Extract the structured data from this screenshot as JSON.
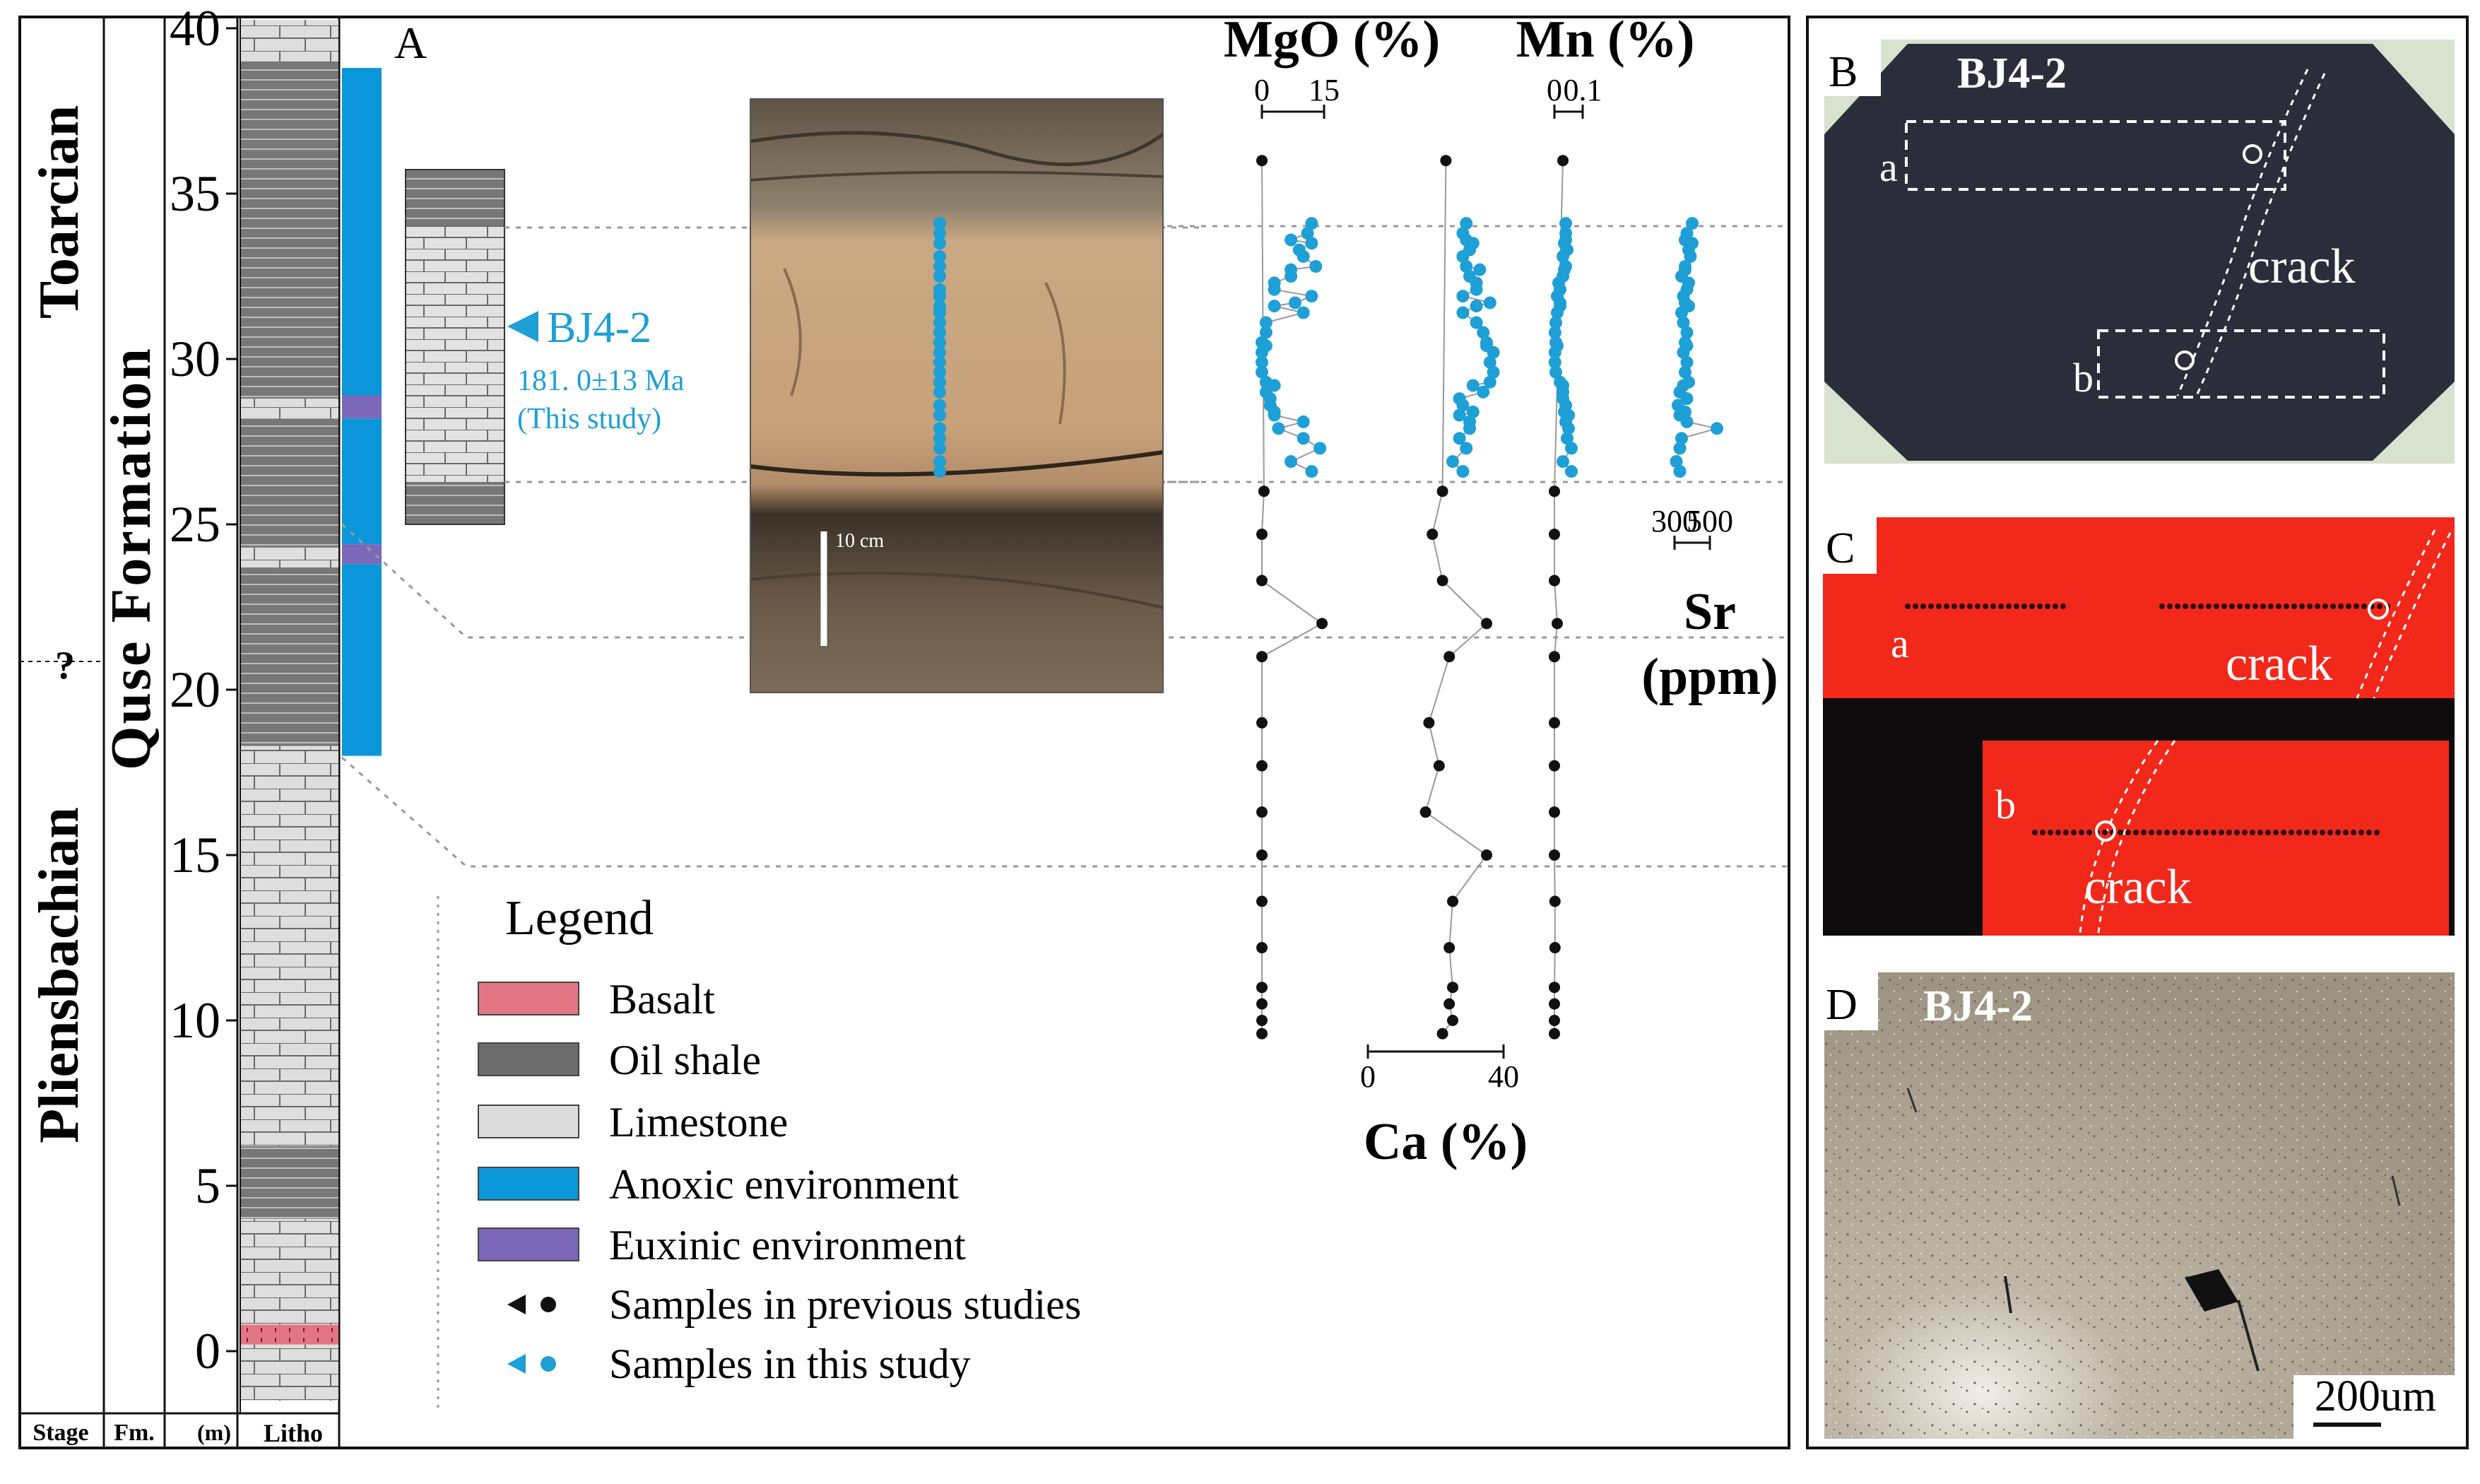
{
  "columns": {
    "headers": [
      "Stage",
      "Fm.",
      "(m)",
      "Litho"
    ],
    "stages": [
      "Toarcian",
      "Pliensbachian"
    ],
    "boundary_mark": "?",
    "formation": "Quse Formation",
    "depth_ticks": [
      "0",
      "5",
      "10",
      "15",
      "20",
      "25",
      "30",
      "35",
      "40"
    ]
  },
  "colors": {
    "basalt": "#e37685",
    "oil_shale": "#6d6d6d",
    "limestone": "#dcdcdc",
    "anoxic": "#0a96d8",
    "euxinic": "#7b68b8",
    "this_study": "#1e9fd6",
    "previous": "#111111"
  },
  "lithology": [
    {
      "type": "limestone",
      "from": -1.5,
      "to": 0.2
    },
    {
      "type": "basalt",
      "from": 0.2,
      "to": 0.8
    },
    {
      "type": "limestone",
      "from": 0.8,
      "to": 4.0
    },
    {
      "type": "oil_shale",
      "from": 4.0,
      "to": 6.2
    },
    {
      "type": "limestone",
      "from": 6.2,
      "to": 18.3
    },
    {
      "type": "oil_shale",
      "from": 18.3,
      "to": 23.7
    },
    {
      "type": "limestone",
      "from": 23.7,
      "to": 24.3
    },
    {
      "type": "oil_shale",
      "from": 24.3,
      "to": 28.2
    },
    {
      "type": "limestone",
      "from": 28.2,
      "to": 28.8
    },
    {
      "type": "oil_shale",
      "from": 28.8,
      "to": 39.0
    },
    {
      "type": "limestone",
      "from": 39.0,
      "to": 40.7
    }
  ],
  "environment": [
    {
      "type": "anoxic",
      "from": 18.0,
      "to": 23.8
    },
    {
      "type": "euxinic",
      "from": 23.8,
      "to": 24.4
    },
    {
      "type": "anoxic",
      "from": 24.4,
      "to": 28.2
    },
    {
      "type": "euxinic",
      "from": 28.2,
      "to": 28.9
    },
    {
      "type": "anoxic",
      "from": 28.9,
      "to": 38.8
    }
  ],
  "panel_a": {
    "label": "A",
    "sample_name": "BJ4-2",
    "age": "181. 0±13 Ma",
    "age_note": "(This study)",
    "scale_label": "10 cm"
  },
  "chart_data": [
    {
      "type": "scatter",
      "title": "MgO (%)",
      "scale_ticks": [
        "0",
        "15"
      ],
      "xlim": [
        0,
        15
      ],
      "ylabel": "(m)",
      "series": [
        {
          "name": "Samples in previous studies",
          "x": [
            0,
            0,
            0,
            0,
            0,
            0,
            0,
            0,
            0,
            0,
            0,
            14.5,
            0,
            0,
            0.5,
            0
          ],
          "y": [
            9.6,
            10.0,
            10.5,
            11.0,
            12.2,
            13.6,
            15.0,
            16.3,
            17.7,
            19.0,
            21.0,
            22.0,
            23.3,
            24.7,
            26.0,
            36.0
          ]
        },
        {
          "name": "Samples in this study",
          "x": [
            12,
            7,
            14,
            10,
            4,
            3,
            2,
            1,
            1,
            0,
            0,
            0,
            0,
            1,
            1,
            10,
            3,
            12,
            3,
            7,
            13,
            10,
            12,
            11,
            12,
            10,
            3,
            2,
            3,
            1,
            8,
            3,
            7,
            9,
            7
          ],
          "y": [
            26.6,
            26.9,
            27.3,
            27.6,
            27.9,
            28.3,
            28.6,
            29.0,
            29.3,
            29.6,
            29.9,
            30.2,
            30.5,
            30.8,
            31.1,
            31.4,
            31.6,
            31.9,
            32.1,
            32.5,
            32.8,
            33.1,
            33.5,
            33.8,
            34.1,
            28.1,
            28.4,
            28.8,
            29.2,
            30.4,
            31.7,
            32.3,
            32.7,
            33.3,
            33.6
          ]
        }
      ]
    },
    {
      "type": "scatter",
      "title": "Ca (%)",
      "scale_ticks": [
        "0",
        "40"
      ],
      "xlim": [
        0,
        40
      ],
      "series": [
        {
          "name": "Samples in previous studies",
          "x": [
            22,
            25,
            24,
            25,
            24,
            25,
            35,
            17,
            21,
            18,
            24,
            35,
            22,
            19,
            22,
            23
          ],
          "y": [
            9.6,
            10.0,
            10.5,
            11.0,
            12.2,
            13.6,
            15.0,
            16.3,
            17.7,
            19.0,
            21.0,
            22.0,
            23.3,
            24.7,
            26.0,
            36.0
          ]
        },
        {
          "name": "Samples in this study",
          "x": [
            28,
            25,
            29,
            27,
            30,
            27,
            28,
            34,
            36,
            37,
            36,
            37,
            35,
            34,
            32,
            28,
            32,
            28,
            32,
            30,
            29,
            28,
            31,
            28,
            29,
            30,
            31,
            27,
            31,
            35,
            36,
            32,
            33,
            30,
            29
          ],
          "y": [
            26.6,
            26.9,
            27.3,
            27.6,
            27.9,
            28.3,
            28.6,
            29.0,
            29.3,
            29.6,
            29.9,
            30.2,
            30.5,
            30.8,
            31.1,
            31.4,
            31.6,
            31.9,
            32.1,
            32.5,
            32.8,
            33.1,
            33.5,
            33.8,
            34.1,
            28.1,
            28.4,
            28.8,
            29.2,
            30.4,
            31.7,
            32.3,
            32.7,
            33.3,
            33.6
          ]
        }
      ]
    },
    {
      "type": "scatter",
      "title": "Mn (%)",
      "scale_ticks": [
        "0",
        "0.1"
      ],
      "xlim": [
        0,
        0.1
      ],
      "series": [
        {
          "name": "Samples in previous studies",
          "x": [
            0,
            0,
            0,
            0,
            0.002,
            0.002,
            0,
            0,
            0,
            0,
            0,
            0.01,
            0,
            0,
            0,
            0.03
          ],
          "y": [
            9.6,
            10.0,
            10.5,
            11.0,
            12.2,
            13.6,
            15.0,
            16.3,
            17.7,
            19.0,
            21.0,
            22.0,
            23.3,
            24.7,
            26.0,
            36.0
          ]
        },
        {
          "name": "Samples in this study",
          "x": [
            0.06,
            0.03,
            0.06,
            0.045,
            0.05,
            0.05,
            0.04,
            0.03,
            0.02,
            0.005,
            0.002,
            0.002,
            0.005,
            0.002,
            0.005,
            0.01,
            0.02,
            0.01,
            0.02,
            0.03,
            0.04,
            0.03,
            0.035,
            0.04,
            0.04,
            0.04,
            0.035,
            0.03,
            0.03,
            0.01,
            0.02,
            0.015,
            0.035,
            0.045,
            0.04
          ],
          "y": [
            26.6,
            26.9,
            27.3,
            27.6,
            27.9,
            28.3,
            28.6,
            29.0,
            29.3,
            29.6,
            29.9,
            30.2,
            30.5,
            30.8,
            31.1,
            31.4,
            31.6,
            31.9,
            32.1,
            32.5,
            32.8,
            33.1,
            33.5,
            33.8,
            34.1,
            28.1,
            28.4,
            28.8,
            29.2,
            30.4,
            31.7,
            32.3,
            32.7,
            33.3,
            33.6
          ]
        }
      ]
    },
    {
      "type": "scatter",
      "title": "Sr",
      "unit": "(ppm)",
      "scale_ticks": [
        "300",
        "500"
      ],
      "xlim": [
        300,
        500
      ],
      "series": [
        {
          "name": "Samples in this study",
          "x": [
            330,
            310,
            330,
            340,
            540,
            330,
            320,
            330,
            380,
            360,
            370,
            350,
            360,
            370,
            350,
            340,
            380,
            350,
            370,
            340,
            360,
            390,
            400,
            370,
            400,
            370,
            360,
            370,
            350,
            370,
            360,
            380,
            360,
            380,
            360
          ],
          "y": [
            26.6,
            26.9,
            27.3,
            27.6,
            27.9,
            28.3,
            28.6,
            29.0,
            29.3,
            29.6,
            29.9,
            30.2,
            30.5,
            30.8,
            31.1,
            31.4,
            31.6,
            31.9,
            32.1,
            32.5,
            32.8,
            33.1,
            33.5,
            33.8,
            34.1,
            28.1,
            28.4,
            28.8,
            29.2,
            30.4,
            31.7,
            32.3,
            32.7,
            33.3,
            33.6
          ]
        }
      ]
    }
  ],
  "legend": {
    "title": "Legend",
    "items": [
      {
        "label": "Basalt",
        "swatch": "basalt"
      },
      {
        "label": "Oil shale",
        "swatch": "oil_shale"
      },
      {
        "label": "Limestone",
        "swatch": "limestone"
      },
      {
        "label": "Anoxic environment",
        "swatch": "anoxic"
      },
      {
        "label": "Euxinic environment",
        "swatch": "euxinic"
      },
      {
        "label": "Samples in previous studies",
        "swatch": "previous"
      },
      {
        "label": "Samples in this study",
        "swatch": "this_study"
      }
    ]
  },
  "panel_b": {
    "label": "B",
    "title": "BJ4-2",
    "crack": "crack",
    "a": "a",
    "b": "b"
  },
  "panel_c": {
    "label": "C",
    "a": "a",
    "b": "b",
    "crack_top": "crack",
    "crack_bottom": "crack"
  },
  "panel_d": {
    "label": "D",
    "title": "BJ4-2",
    "scale": "200um"
  }
}
